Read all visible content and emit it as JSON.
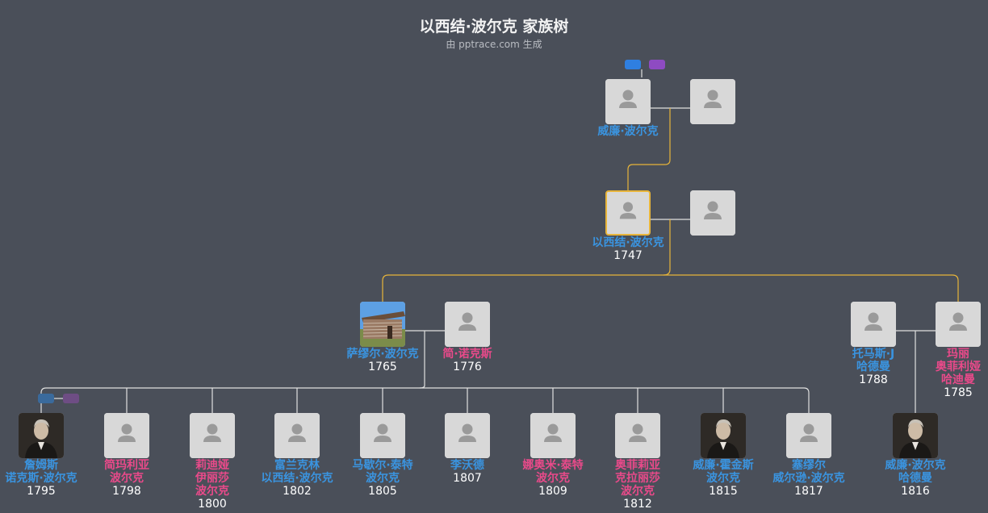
{
  "header": {
    "title": "以西结·波尔克 家族树",
    "subtitle": "由 pptrace.com 生成"
  },
  "colors": {
    "background": "#4a4f59",
    "male": "#3a94e0",
    "female": "#e94a8a",
    "focus_line": "#e8b53a",
    "line": "#e0e0e0"
  },
  "people": [
    {
      "name_lines": [
        "威廉·波尔克"
      ],
      "year": "",
      "gender": "male",
      "photo": "placeholder"
    },
    {
      "name_lines": [],
      "year": "",
      "gender": "female",
      "photo": "placeholder"
    },
    {
      "name_lines": [
        "以西结·波尔克"
      ],
      "year": "1747",
      "gender": "male",
      "photo": "placeholder"
    },
    {
      "name_lines": [],
      "year": "",
      "gender": "female",
      "photo": "placeholder"
    },
    {
      "name_lines": [
        "萨缪尔·波尔克"
      ],
      "year": "1765",
      "gender": "male",
      "photo": "cabin"
    },
    {
      "name_lines": [
        "简·诺克斯"
      ],
      "year": "1776",
      "gender": "female",
      "photo": "placeholder"
    },
    {
      "name_lines": [
        "托马斯·J",
        "哈德曼"
      ],
      "year": "1788",
      "gender": "male",
      "photo": "placeholder"
    },
    {
      "name_lines": [
        "玛丽",
        "奥菲利娅",
        "哈迪曼"
      ],
      "year": "1785",
      "gender": "female",
      "photo": "placeholder"
    },
    {
      "name_lines": [
        "詹姆斯",
        "诺克斯·波尔克"
      ],
      "year": "1795",
      "gender": "male",
      "photo": "portrait"
    },
    {
      "name_lines": [
        "简玛利亚",
        "波尔克"
      ],
      "year": "1798",
      "gender": "female",
      "photo": "placeholder"
    },
    {
      "name_lines": [
        "莉迪娅",
        "伊丽莎",
        "波尔克"
      ],
      "year": "1800",
      "gender": "female",
      "photo": "placeholder"
    },
    {
      "name_lines": [
        "富兰克林",
        "以西结·波尔克"
      ],
      "year": "1802",
      "gender": "male",
      "photo": "placeholder"
    },
    {
      "name_lines": [
        "马歇尔·泰特",
        "波尔克"
      ],
      "year": "1805",
      "gender": "male",
      "photo": "placeholder"
    },
    {
      "name_lines": [
        "李沃德"
      ],
      "year": "1807",
      "gender": "male",
      "photo": "placeholder"
    },
    {
      "name_lines": [
        "娜奥米·泰特",
        "波尔克"
      ],
      "year": "1809",
      "gender": "female",
      "photo": "placeholder"
    },
    {
      "name_lines": [
        "奥菲莉亚",
        "克拉丽莎",
        "波尔克"
      ],
      "year": "1812",
      "gender": "female",
      "photo": "placeholder"
    },
    {
      "name_lines": [
        "威廉·霍金斯",
        "波尔克"
      ],
      "year": "1815",
      "gender": "male",
      "photo": "portrait"
    },
    {
      "name_lines": [
        "塞缪尔",
        "威尔逊·波尔克"
      ],
      "year": "1817",
      "gender": "male",
      "photo": "placeholder"
    },
    {
      "name_lines": [
        "威廉·波尔克",
        "哈德曼"
      ],
      "year": "1816",
      "gender": "male",
      "photo": "portrait"
    }
  ]
}
